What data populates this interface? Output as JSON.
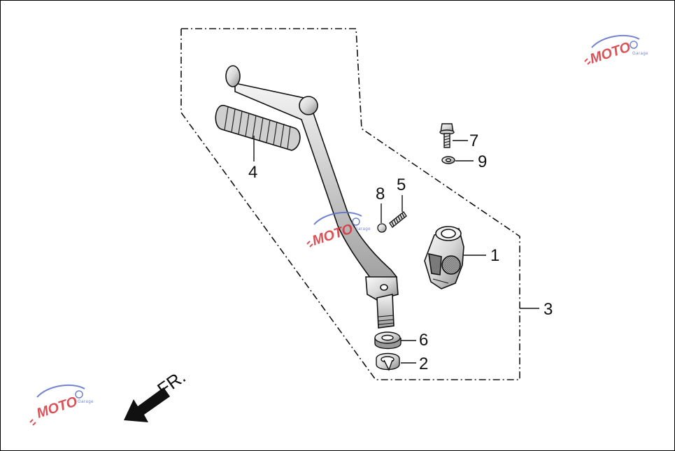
{
  "callouts": [
    {
      "id": "1",
      "label": "1"
    },
    {
      "id": "2",
      "label": "2"
    },
    {
      "id": "3",
      "label": "3"
    },
    {
      "id": "4",
      "label": "4"
    },
    {
      "id": "5",
      "label": "5"
    },
    {
      "id": "6",
      "label": "6"
    },
    {
      "id": "7",
      "label": "7"
    },
    {
      "id": "8",
      "label": "8"
    },
    {
      "id": "9",
      "label": "9"
    }
  ],
  "direction": {
    "label": "FR."
  },
  "watermark": {
    "text": "MOTO",
    "subtext": "Garage"
  },
  "colors": {
    "line": "#111111",
    "part_fill": "#e6e6e6",
    "part_dark": "#9a9a9a",
    "watermark_red": "#d4343a",
    "watermark_blue": "#5a6ec8"
  }
}
